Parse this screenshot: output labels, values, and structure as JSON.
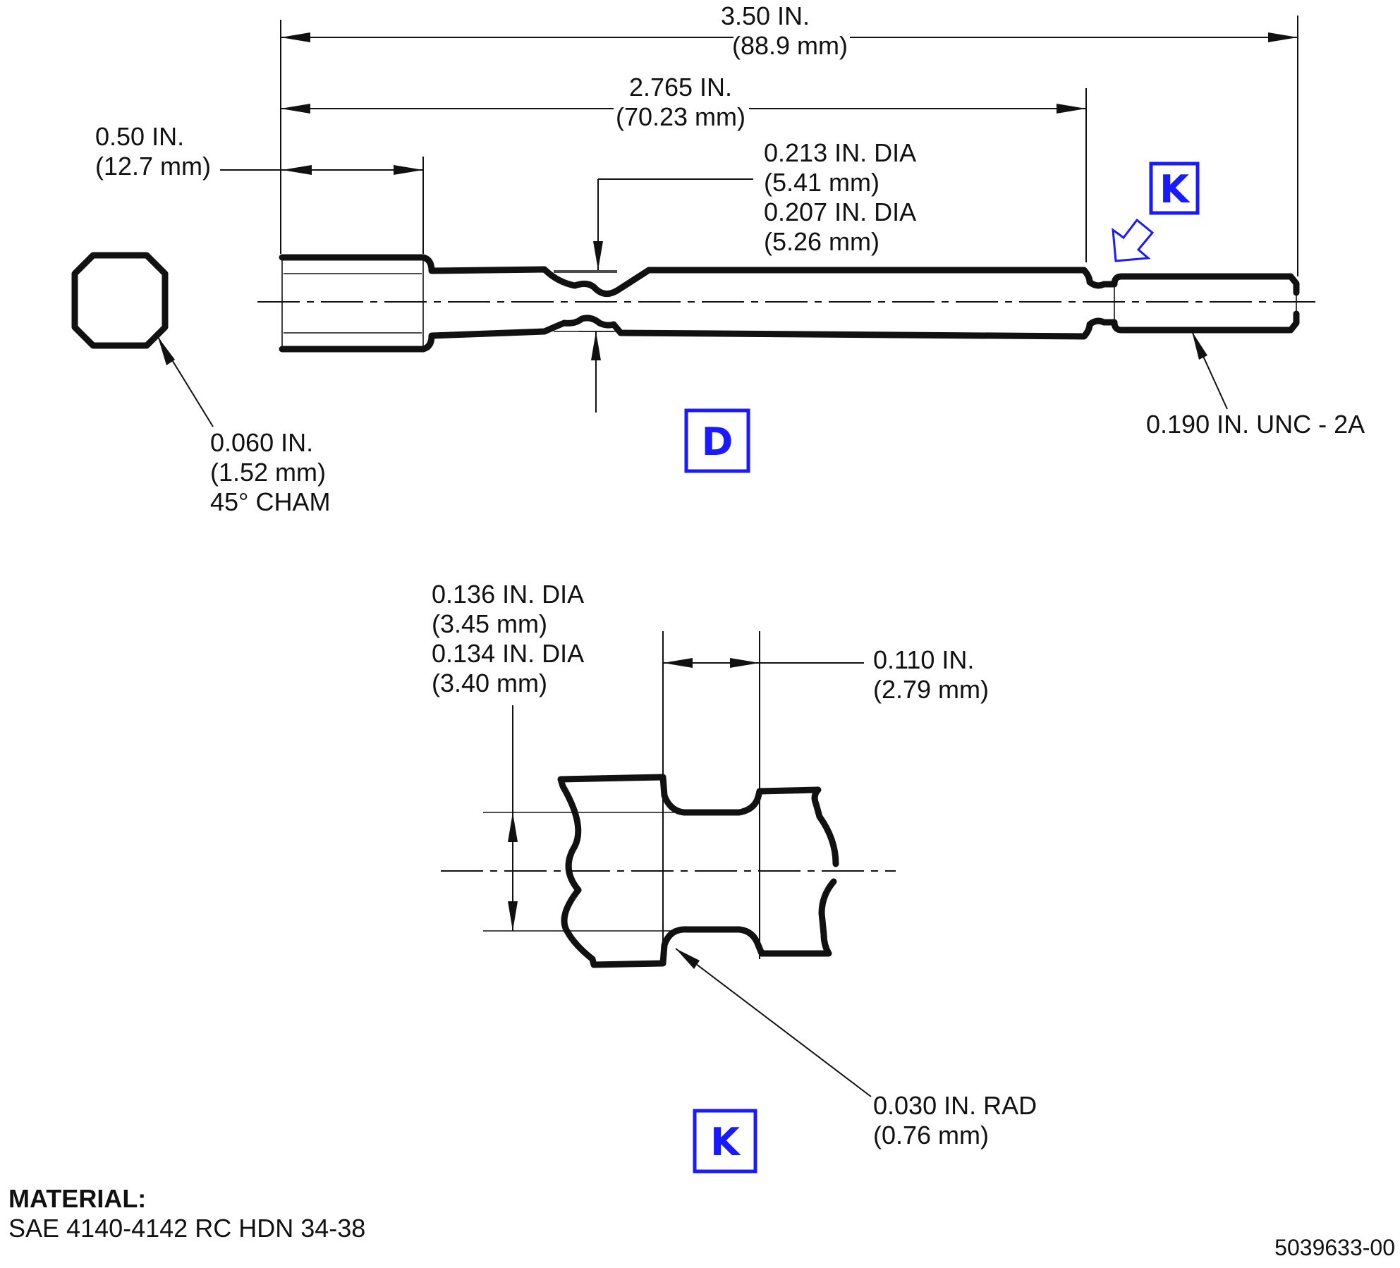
{
  "top_view": {
    "overall_length": {
      "in": "3.50 IN.",
      "mm": "(88.9 mm)"
    },
    "shoulder_length": {
      "in": "2.765 IN.",
      "mm": "(70.23 mm)"
    },
    "head_length": {
      "in": "0.50 IN.",
      "mm": "(12.7 mm)"
    },
    "neck_diameter": {
      "max_in": "0.213 IN. DIA",
      "max_mm": "(5.41 mm)",
      "min_in": "0.207 IN. DIA",
      "min_mm": "(5.26 mm)"
    },
    "chamfer": {
      "in": "0.060 IN.",
      "mm": "(1.52 mm)",
      "angle": "45° CHAM"
    },
    "thread": "0.190 IN. UNC - 2A",
    "view_labels": {
      "detail_callout": "K",
      "section": "D"
    }
  },
  "detail_k": {
    "groove_diameter": {
      "max_in": "0.136 IN. DIA",
      "max_mm": "(3.45 mm)",
      "min_in": "0.134 IN. DIA",
      "min_mm": "(3.40 mm)"
    },
    "groove_width": {
      "in": "0.110 IN.",
      "mm": "(2.79 mm)"
    },
    "radius": {
      "in": "0.030 IN. RAD",
      "mm": "(0.76 mm)"
    },
    "view_label": "K"
  },
  "material": {
    "heading": "MATERIAL:",
    "spec": "SAE 4140-4142 RC HDN 34-38"
  },
  "drawing_number": "5039633-00",
  "colors": {
    "line": "#111111",
    "label_blue": "#1a1aff"
  }
}
